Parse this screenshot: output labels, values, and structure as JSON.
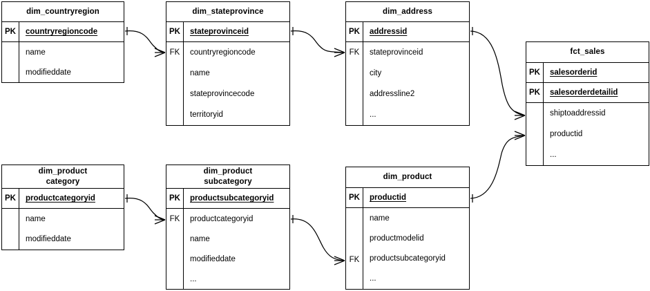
{
  "diagram": {
    "title": "Star schema entity relationship diagram",
    "background_color": "#ffffff",
    "line_color": "#000000",
    "text_color": "#000000"
  },
  "entities": [
    {
      "id": "dim_countryregion",
      "title_lines": [
        "dim_countryregion"
      ],
      "keys": [
        {
          "key": "PK",
          "name": "countryregioncode"
        }
      ],
      "fk_label": "",
      "attributes": [
        "name",
        "modifieddate"
      ]
    },
    {
      "id": "dim_stateprovince",
      "title_lines": [
        "dim_stateprovince"
      ],
      "keys": [
        {
          "key": "PK",
          "name": "stateprovinceid"
        }
      ],
      "fk_label": "FK",
      "attributes": [
        "countryregioncode",
        "name",
        "stateprovincecode",
        "territoryid"
      ]
    },
    {
      "id": "dim_address",
      "title_lines": [
        "dim_address"
      ],
      "keys": [
        {
          "key": "PK",
          "name": "addressid"
        }
      ],
      "fk_label": "FK",
      "attributes": [
        "stateprovinceid",
        "city",
        "addressline2",
        "..."
      ]
    },
    {
      "id": "fct_sales",
      "title_lines": [
        "fct_sales"
      ],
      "keys": [
        {
          "key": "PK",
          "name": "salesorderid"
        },
        {
          "key": "PK",
          "name": "salesorderdetailid"
        }
      ],
      "fk_label": "",
      "attributes": [
        "shiptoaddressid",
        "productid",
        "..."
      ]
    },
    {
      "id": "dim_productcategory",
      "title_lines": [
        "dim_product",
        "category"
      ],
      "keys": [
        {
          "key": "PK",
          "name": "productcategoryid"
        }
      ],
      "fk_label": "",
      "attributes": [
        "name",
        "modifieddate"
      ]
    },
    {
      "id": "dim_productsubcategory",
      "title_lines": [
        "dim_product",
        "subcategory"
      ],
      "keys": [
        {
          "key": "PK",
          "name": "productsubcategoryid"
        }
      ],
      "fk_label": "FK",
      "attributes": [
        "productcategoryid",
        "name",
        "modifieddate",
        "..."
      ]
    },
    {
      "id": "dim_product",
      "title_lines": [
        "dim_product"
      ],
      "keys": [
        {
          "key": "PK",
          "name": "productid"
        }
      ],
      "fk_label": "FK",
      "attributes": [
        "name",
        "productmodelid",
        "productsubcategoryid",
        "..."
      ]
    }
  ],
  "relationships": [
    {
      "from": "dim_countryregion",
      "from_field": "countryregioncode",
      "to": "dim_stateprovince",
      "to_field": "countryregioncode",
      "cardinality": "one-to-many"
    },
    {
      "from": "dim_stateprovince",
      "from_field": "stateprovinceid",
      "to": "dim_address",
      "to_field": "stateprovinceid",
      "cardinality": "one-to-many"
    },
    {
      "from": "dim_address",
      "from_field": "addressid",
      "to": "fct_sales",
      "to_field": "shiptoaddressid",
      "cardinality": "one-to-many"
    },
    {
      "from": "dim_product",
      "from_field": "productid",
      "to": "fct_sales",
      "to_field": "productid",
      "cardinality": "one-to-many"
    },
    {
      "from": "dim_productcategory",
      "from_field": "productcategoryid",
      "to": "dim_productsubcategory",
      "to_field": "productcategoryid",
      "cardinality": "one-to-many"
    },
    {
      "from": "dim_productsubcategory",
      "from_field": "productsubcategoryid",
      "to": "dim_product",
      "to_field": "productsubcategoryid",
      "cardinality": "one-to-many"
    }
  ]
}
